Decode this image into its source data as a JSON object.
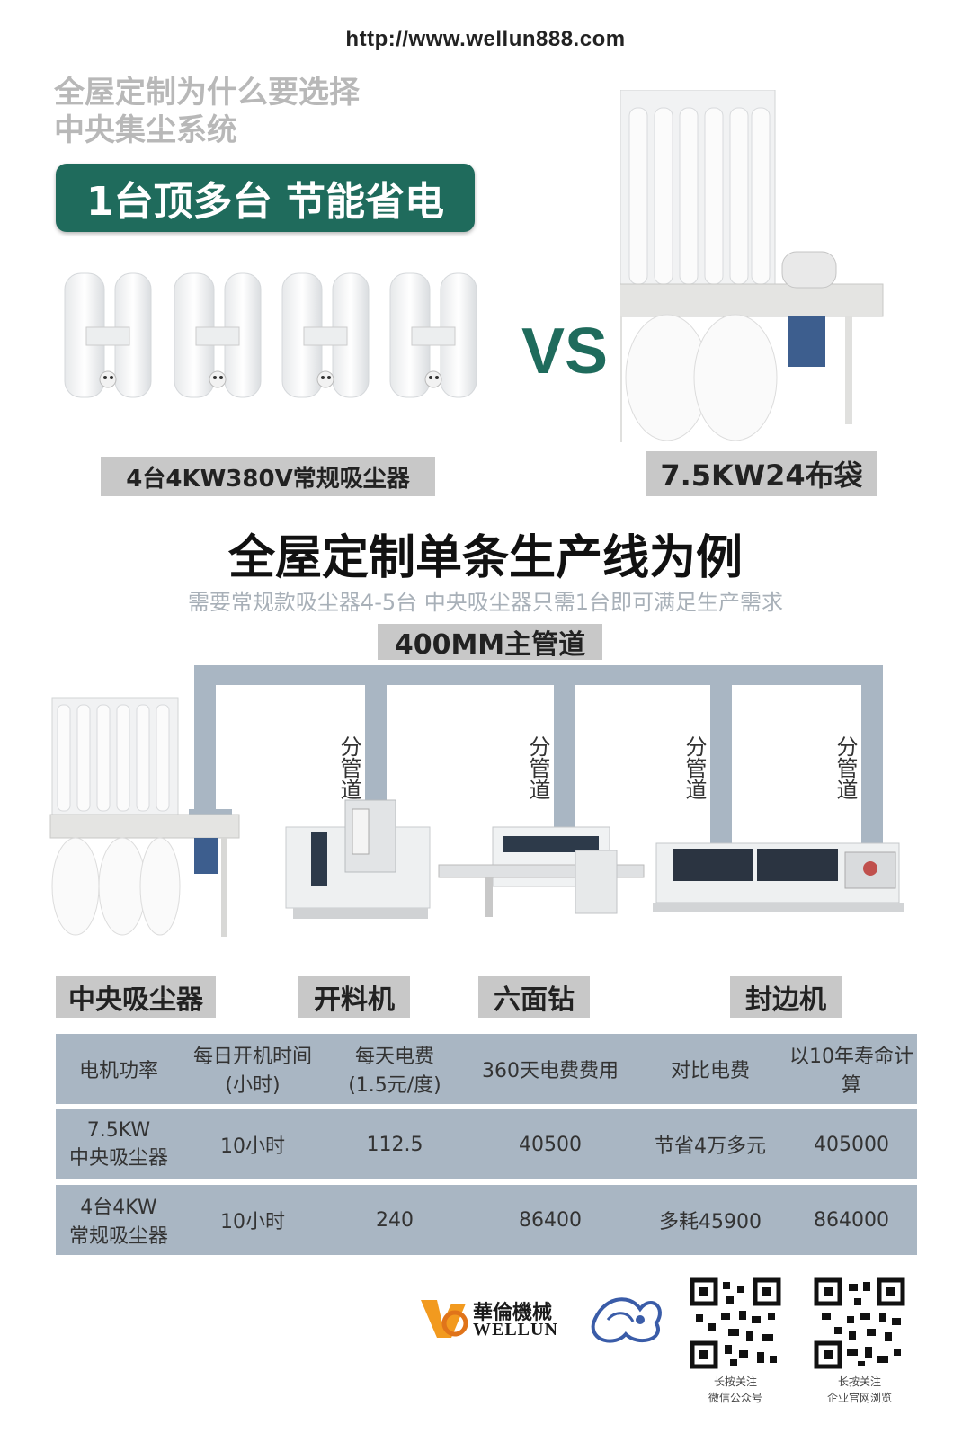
{
  "url": "http://www.wellun888.com",
  "intro": {
    "line1": "全屋定制为什么要选择",
    "line2": "中央集尘系统"
  },
  "banner": "1台顶多台 节能省电",
  "vs": "VS",
  "left_label": "4台4KW380V常规吸尘器",
  "right_label": "7.5KW24布袋",
  "heading": "全屋定制单条生产线为例",
  "subheading": "需要常规款吸尘器4-5台  中央吸尘器只需1台即可满足生产需求",
  "main_pipe_label": "400MM主管道",
  "branch_label": "分管道",
  "machines": [
    "中央吸尘器",
    "开料机",
    "六面钻",
    "封边机"
  ],
  "table": {
    "headers": [
      "电机功率",
      "每日开机时间\n(小时)",
      "每天电费\n(1.5元/度)",
      "360天电费费用",
      "对比电费",
      "以10年寿命计算"
    ],
    "rows": [
      [
        "7.5KW\n中央吸尘器",
        "10小时",
        "112.5",
        "40500",
        "节省4万多元",
        "405000"
      ],
      [
        "4台4KW\n常规吸尘器",
        "10小时",
        "240",
        "86400",
        "多耗45900",
        "864000"
      ]
    ]
  },
  "logo": {
    "cn": "華倫機械",
    "en": "WELLUN"
  },
  "qr_captions": [
    {
      "line1": "长按关注",
      "line2": "微信公众号"
    },
    {
      "line1": "长按关注",
      "line2": "企业官网浏览"
    }
  ],
  "colors": {
    "green": "#1f6b5c",
    "pipe": "#a9b6c3",
    "grey_label": "#c8c8c8"
  }
}
